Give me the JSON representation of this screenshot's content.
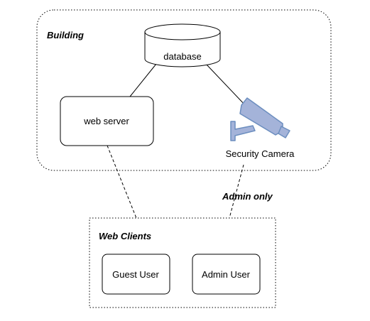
{
  "groups": {
    "building": "Building",
    "web_clients": "Web Clients"
  },
  "nodes": {
    "database": "database",
    "web_server": "web server",
    "security_camera": "Security Camera",
    "guest_user": "Guest User",
    "admin_user": "Admin User"
  },
  "edges": {
    "admin_only": "Admin only"
  },
  "colors": {
    "camera_fill": "#a4b3d9",
    "camera_stroke": "#6c8ebf",
    "line": "#000000"
  },
  "icons": {
    "security_camera": "security-camera-icon"
  }
}
